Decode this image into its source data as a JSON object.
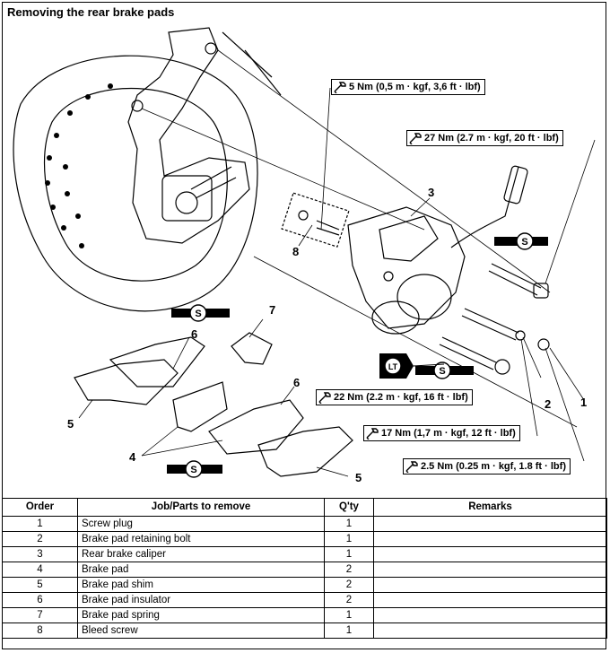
{
  "title": "Removing the rear brake pads",
  "callouts": {
    "bleed_screw_torque": "5 Nm (0,5 m · kgf, 3,6 ft · lbf)",
    "caliper_bolt_torque": "27 Nm (2.7 m · kgf, 20 ft · lbf)",
    "retaining_bolt_torque": "22 Nm (2.2 m · kgf, 16 ft · lbf)",
    "bolt_torque_17": "17 Nm (1,7 m · kgf, 12 ft · lbf)",
    "screw_plug_torque": "2.5 Nm (0.25 m · kgf, 1.8 ft · lbf)"
  },
  "symbols": {
    "grease": "S",
    "locktite": "LT"
  },
  "labels": {
    "n1": "1",
    "n2": "2",
    "n3": "3",
    "n4": "4",
    "n5a": "5",
    "n5b": "5",
    "n6a": "6",
    "n6b": "6",
    "n7": "7",
    "n8": "8"
  },
  "table": {
    "headers": [
      "Order",
      "Job/Parts to remove",
      "Q'ty",
      "Remarks"
    ],
    "rows": [
      {
        "order": "1",
        "part": "Screw plug",
        "qty": "1",
        "remarks": ""
      },
      {
        "order": "2",
        "part": "Brake pad retaining bolt",
        "qty": "1",
        "remarks": ""
      },
      {
        "order": "3",
        "part": "Rear brake caliper",
        "qty": "1",
        "remarks": ""
      },
      {
        "order": "4",
        "part": "Brake pad",
        "qty": "2",
        "remarks": ""
      },
      {
        "order": "5",
        "part": "Brake pad shim",
        "qty": "2",
        "remarks": ""
      },
      {
        "order": "6",
        "part": "Brake pad insulator",
        "qty": "2",
        "remarks": ""
      },
      {
        "order": "7",
        "part": "Brake pad spring",
        "qty": "1",
        "remarks": ""
      },
      {
        "order": "8",
        "part": "Bleed screw",
        "qty": "1",
        "remarks": ""
      }
    ]
  }
}
